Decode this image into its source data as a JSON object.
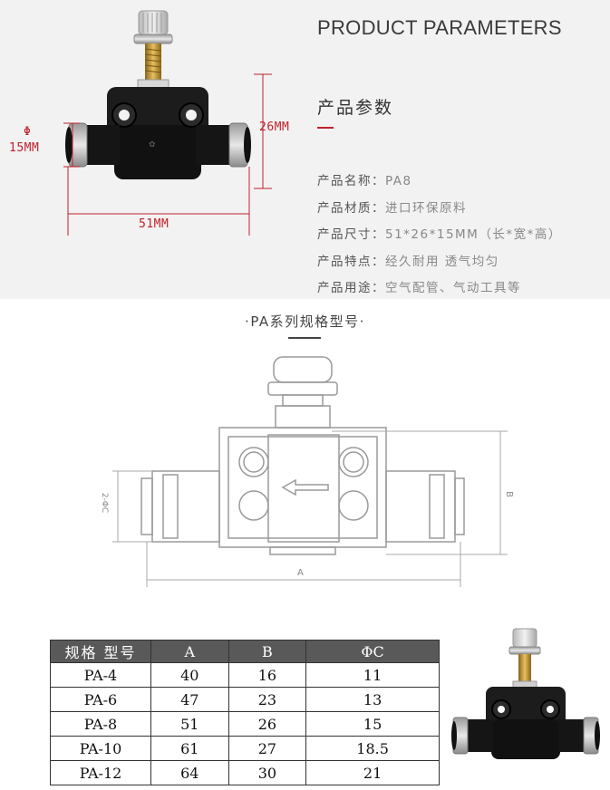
{
  "top": {
    "title_en": "PRODUCT PARAMETERS",
    "title_cn": "产品参数",
    "specs": [
      {
        "label": "产品名称：",
        "value": "PA8"
      },
      {
        "label": "产品材质：",
        "value": "进口环保原料"
      },
      {
        "label": "产品尺寸：",
        "value": "51*26*15MM（长*宽*高）"
      },
      {
        "label": "产品特点：",
        "value": "经久耐用 透气均匀"
      },
      {
        "label": "产品用途：",
        "value": "空气配管、气动工具等"
      }
    ],
    "dims": {
      "height": "26MM",
      "phi": "Φ",
      "diameter": "15MM",
      "length": "51MM"
    }
  },
  "drawing": {
    "title": "·PA系列规格型号·",
    "label_a": "A",
    "label_b": "B",
    "label_c": "2-ΦC"
  },
  "table": {
    "headers": [
      "规格 型号",
      "A",
      "B",
      "ΦC"
    ],
    "rows": [
      [
        "PA-4",
        "40",
        "16",
        "11"
      ],
      [
        "PA-6",
        "47",
        "23",
        "13"
      ],
      [
        "PA-8",
        "51",
        "26",
        "15"
      ],
      [
        "PA-10",
        "61",
        "27",
        "18.5"
      ],
      [
        "PA-12",
        "64",
        "30",
        "21"
      ]
    ]
  },
  "colors": {
    "accent_red": "#c0202a",
    "header_gray": "#595959",
    "top_bg": "#f2f2f2"
  }
}
